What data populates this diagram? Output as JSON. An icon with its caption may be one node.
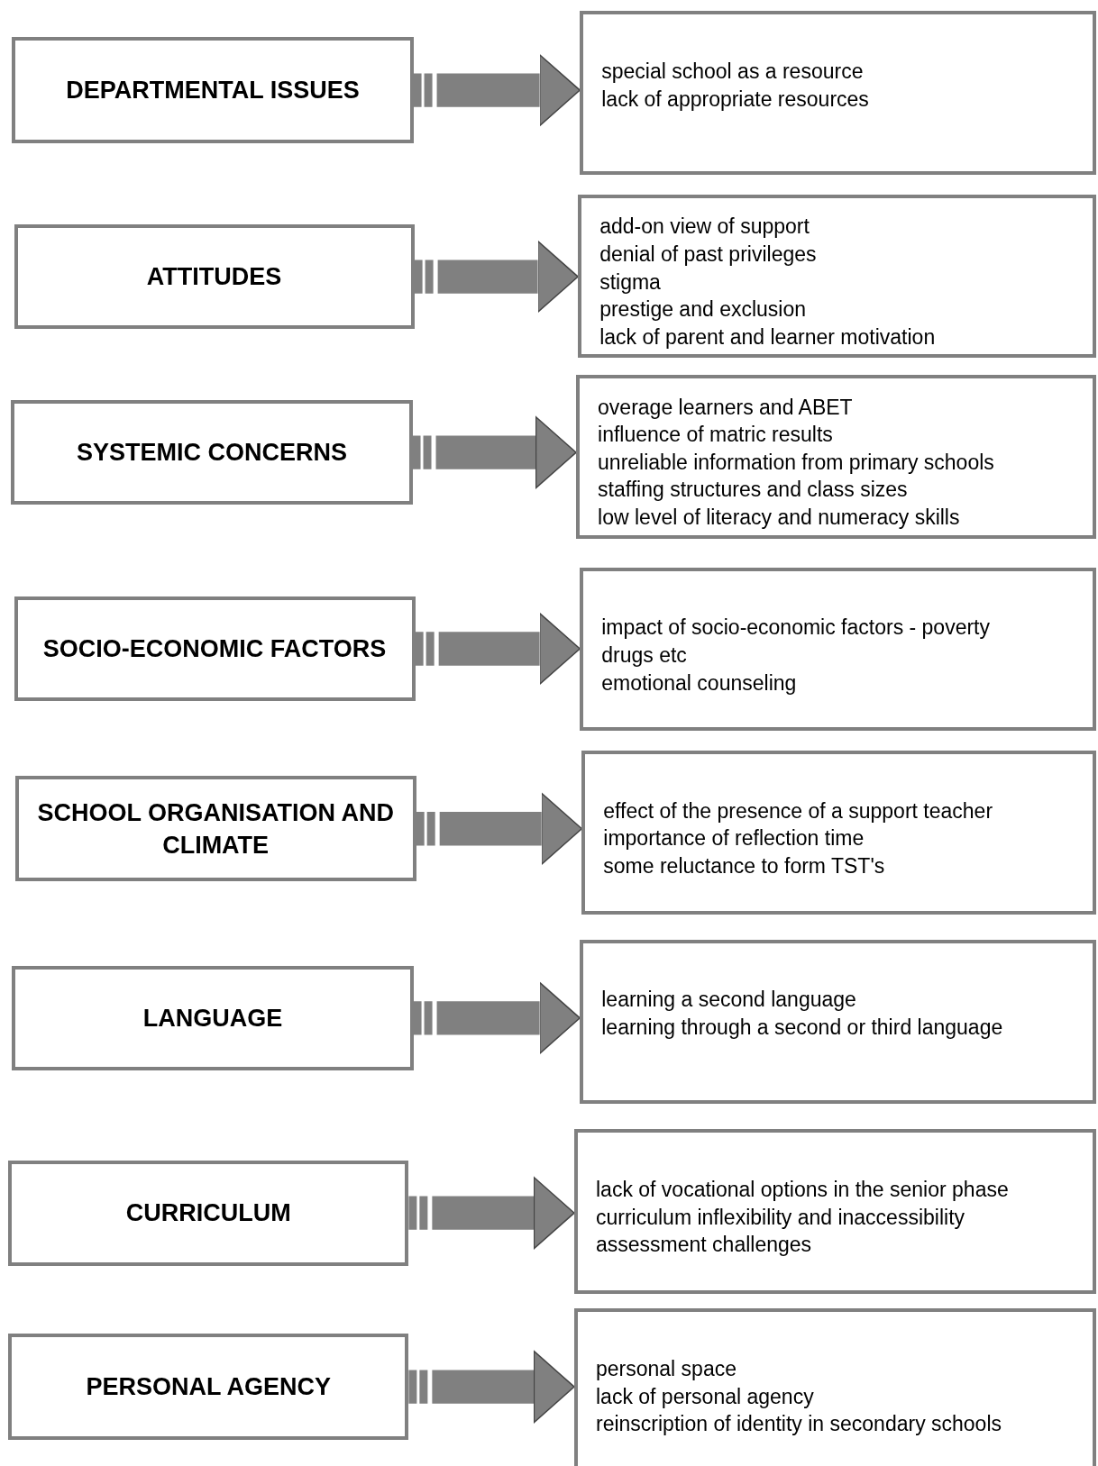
{
  "diagram": {
    "nodes": [
      {
        "text": [
          "DEPARTMENTAL ISSUES"
        ]
      },
      {
        "text": [
          "special school as a resource",
          "lack of appropriate resources"
        ]
      },
      {
        "text": [
          "ATTITUDES"
        ]
      },
      {
        "text": [
          "add-on view of support",
          "denial of past privileges",
          "stigma",
          "prestige and exclusion",
          "lack of parent and learner motivation"
        ]
      },
      {
        "text": [
          "SYSTEMIC CONCERNS"
        ]
      },
      {
        "text": [
          "overage learners and ABET",
          "influence of matric results",
          "unreliable information from primary schools",
          "staffing structures and class sizes",
          "low level of literacy and numeracy skills"
        ]
      },
      {
        "text": [
          "SOCIO-ECONOMIC FACTORS"
        ]
      },
      {
        "text": [
          "impact of socio-economic factors - poverty",
          "drugs etc",
          "emotional counseling"
        ]
      },
      {
        "text": [
          "SCHOOL ORGANISATION AND CLIMATE"
        ]
      },
      {
        "text": [
          "effect of the presence of a support teacher",
          "importance of reflection time",
          "some reluctance to form TST's"
        ]
      },
      {
        "text": [
          "LANGUAGE"
        ]
      },
      {
        "text": [
          "learning a second language",
          "learning through a second or third language"
        ]
      },
      {
        "text": [
          "CURRICULUM"
        ]
      },
      {
        "text": [
          "lack of vocational options in the senior phase",
          "curriculum inflexibility and inaccessibility",
          "assessment challenges"
        ]
      },
      {
        "text": [
          "PERSONAL AGENCY"
        ]
      },
      {
        "text": [
          "personal space",
          "lack of personal agency",
          "reinscription of identity in secondary schools"
        ]
      }
    ],
    "edges": [
      {
        "from": 0,
        "to": 1,
        "arrow": "to"
      },
      {
        "from": 2,
        "to": 3,
        "arrow": "to"
      },
      {
        "from": 4,
        "to": 5,
        "arrow": "to"
      },
      {
        "from": 6,
        "to": 7,
        "arrow": "to"
      },
      {
        "from": 8,
        "to": 9,
        "arrow": "to"
      },
      {
        "from": 10,
        "to": 11,
        "arrow": "to"
      },
      {
        "from": 12,
        "to": 13,
        "arrow": "to"
      },
      {
        "from": 14,
        "to": 15,
        "arrow": "to"
      }
    ]
  }
}
